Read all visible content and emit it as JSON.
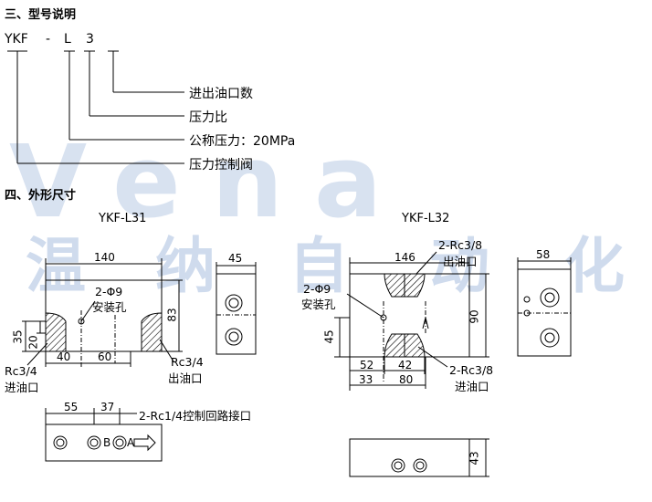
{
  "section3": {
    "heading": "三、型号说明",
    "code": {
      "p1": "YKF",
      "p2": "-",
      "p3": "L",
      "p4": "3"
    },
    "legend": [
      {
        "text": "进出油口数"
      },
      {
        "text": "压力比"
      },
      {
        "text": "公称压力：20MPa"
      },
      {
        "text": "压力控制阀"
      }
    ]
  },
  "section4": {
    "heading": "四、外形尺寸",
    "left": {
      "title": "YKF-L31",
      "dims": {
        "w140": "140",
        "w45": "45",
        "h83": "83",
        "h35": "35",
        "h20": "20",
        "w40": "40",
        "w60": "60",
        "w55": "55",
        "w37": "37"
      },
      "notes": {
        "holes": "2-Φ9",
        "mount": "安装孔",
        "rc34_in": "Rc3/4",
        "inlet": "进油口",
        "rc34_out": "Rc3/4",
        "outlet": "出油口",
        "control": "2-Rc1/4控制回路接口",
        "portB": "B",
        "portA": "A"
      }
    },
    "right": {
      "title": "YKF-L32",
      "dims": {
        "w146": "146",
        "w58": "58",
        "h90": "90",
        "h45": "45",
        "w52": "52",
        "w42": "42",
        "w33": "33",
        "w80": "80",
        "h43": "43"
      },
      "notes": {
        "rc38_top": "2-Rc3/8",
        "outlet": "出油口",
        "holes": "2-Φ9",
        "mount": "安装孔",
        "rc38_bot": "2-Rc3/8",
        "inlet": "进油口"
      }
    }
  },
  "watermark": {
    "latin": "Vena",
    "cjk": [
      "温",
      "纳",
      "自",
      "动",
      "化"
    ]
  },
  "colors": {
    "watermark": "#a9bfe0",
    "hatch": "#000000",
    "line": "#000000"
  }
}
